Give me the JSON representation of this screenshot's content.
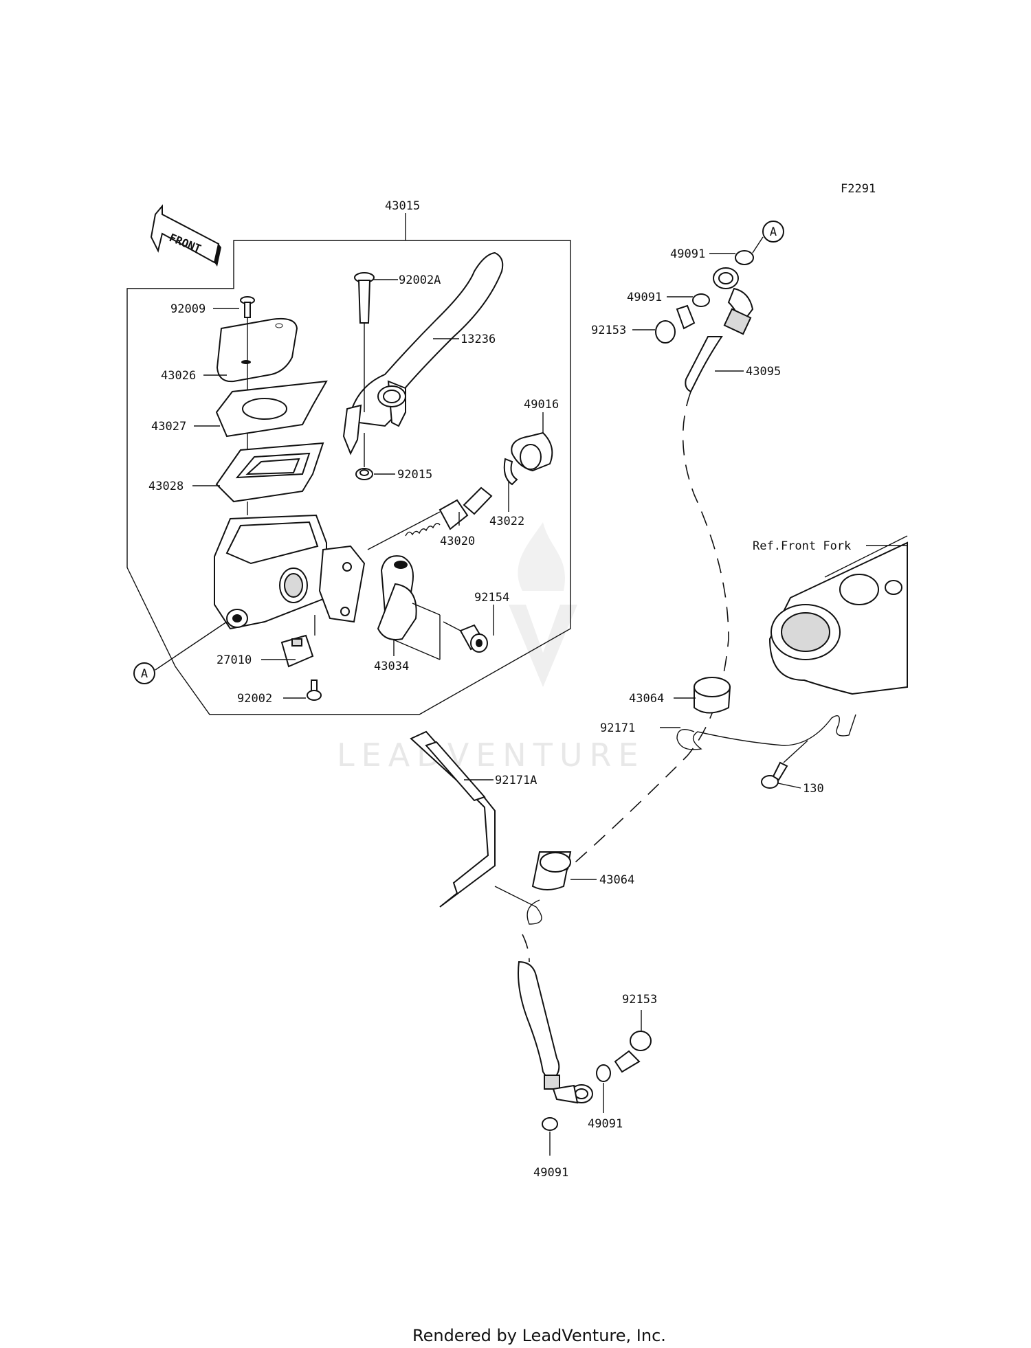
{
  "diagram_code": "F2291",
  "watermark": "LEADVENTURE",
  "footer": "Rendered by LeadVenture, Inc.",
  "front_arrow": "FRONT",
  "reference_label": "Ref.Front Fork",
  "ref_marker": "A",
  "parts": {
    "p43015": "43015",
    "p92002A": "92002A",
    "p13236": "13236",
    "p92009": "92009",
    "p43026": "43026",
    "p43027": "43027",
    "p43028": "43028",
    "p49016": "49016",
    "p92015": "92015",
    "p43022": "43022",
    "p43020": "43020",
    "p92154": "92154",
    "p27010": "27010",
    "p43034": "43034",
    "p92002": "92002",
    "p49091_a": "49091",
    "p49091_b": "49091",
    "p92153_a": "92153",
    "p43095": "43095",
    "p43064_a": "43064",
    "p92171": "92171",
    "p130": "130",
    "p92171A": "92171A",
    "p43064_b": "43064",
    "p92153_b": "92153",
    "p49091_c": "49091",
    "p49091_d": "49091"
  }
}
